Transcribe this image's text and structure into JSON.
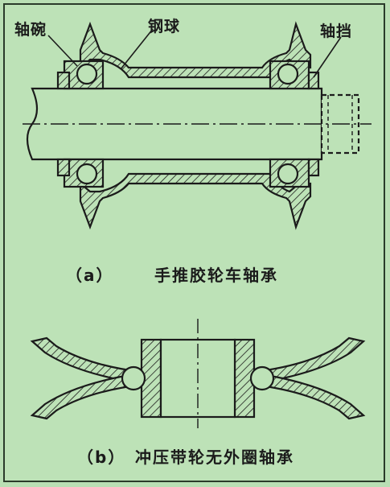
{
  "figure_a": {
    "labels": {
      "cup": "轴碗",
      "ball": "钢球",
      "stop": "轴挡"
    },
    "caption_letter": "（a）",
    "caption_text": "手推胶轮车轴承"
  },
  "figure_b": {
    "caption_letter": "（b）",
    "caption_text": "冲压带轮无外圈轴承"
  },
  "colors": {
    "background": "#bde2b7",
    "line": "#1b1b1b",
    "hatch_fill": "#bde2b7"
  }
}
